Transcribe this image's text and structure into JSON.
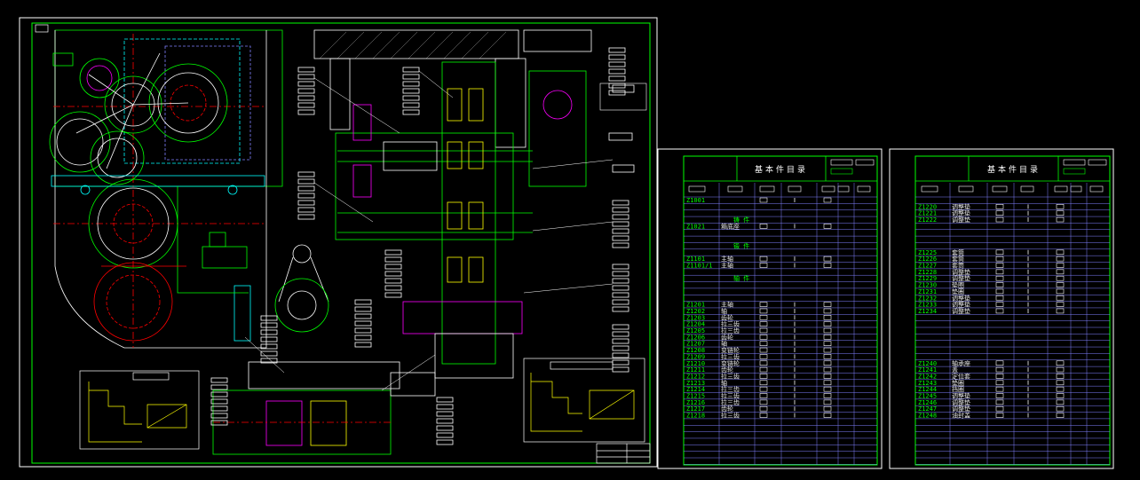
{
  "palette": {
    "green": "#00ff00",
    "yellow": "#ffff00",
    "white": "#ffffff",
    "red": "#ff0000",
    "magenta": "#ff00ff",
    "cyan": "#00ffff",
    "purple": "#8080ff",
    "bg": "#000000"
  },
  "table1": {
    "header": "基本件目录",
    "rows": [
      {
        "code": "Z1001",
        "name": ""
      },
      {
        "code": "",
        "name": "铸  件"
      },
      {
        "code": "Z1021",
        "name": "箱底座"
      },
      {
        "code": "",
        "name": "锻 件"
      },
      {
        "code": "Z1101",
        "name": "主轴"
      },
      {
        "code": "Z1101/1",
        "name": "主轴"
      },
      {
        "code": "",
        "name": "轴 件"
      },
      {
        "code": "Z1201",
        "name": "主轴"
      },
      {
        "code": "Z1202",
        "name": "轴"
      },
      {
        "code": "Z1203",
        "name": "齿轮"
      },
      {
        "code": "Z1204",
        "name": "拉三齿"
      },
      {
        "code": "Z1205",
        "name": "拉三齿"
      },
      {
        "code": "Z1206",
        "name": "齿轮"
      },
      {
        "code": "Z1207",
        "name": "轴"
      },
      {
        "code": "Z1208",
        "name": "变链轮"
      },
      {
        "code": "Z1209",
        "name": "拉三齿"
      },
      {
        "code": "Z1210",
        "name": "变链轮"
      },
      {
        "code": "Z1211",
        "name": "齿轮"
      },
      {
        "code": "Z1212",
        "name": "拉三齿"
      },
      {
        "code": "Z1213",
        "name": "轴"
      },
      {
        "code": "Z1214",
        "name": "拉三齿"
      },
      {
        "code": "Z1215",
        "name": "拉三齿"
      },
      {
        "code": "Z1216",
        "name": "拉三齿"
      },
      {
        "code": "Z1217",
        "name": "齿轮"
      },
      {
        "code": "Z1218",
        "name": "拉三齿"
      }
    ]
  },
  "table2": {
    "header": "基本件目录",
    "rows": [
      {
        "code": "Z1220",
        "name": "调整垫"
      },
      {
        "code": "Z1221",
        "name": "调整垫"
      },
      {
        "code": "Z1222",
        "name": "调整垫"
      },
      {
        "code": "Z1225",
        "name": "套筒"
      },
      {
        "code": "Z1226",
        "name": "套筒"
      },
      {
        "code": "Z1227",
        "name": "套筒"
      },
      {
        "code": "Z1228",
        "name": "调整垫"
      },
      {
        "code": "Z1229",
        "name": "调整垫"
      },
      {
        "code": "Z1230",
        "name": "垫圈"
      },
      {
        "code": "Z1231",
        "name": "垫圈"
      },
      {
        "code": "Z1232",
        "name": "调整垫"
      },
      {
        "code": "Z1233",
        "name": "调整垫"
      },
      {
        "code": "Z1234",
        "name": "调整垫"
      },
      {
        "code": "Z1240",
        "name": "轴承座"
      },
      {
        "code": "Z1241",
        "name": "盖"
      },
      {
        "code": "Z1242",
        "name": "定位套"
      },
      {
        "code": "Z1243",
        "name": "垫圈"
      },
      {
        "code": "Z1244",
        "name": "挡圈"
      },
      {
        "code": "Z1245",
        "name": "调整垫"
      },
      {
        "code": "Z1246",
        "name": "调整垫"
      },
      {
        "code": "Z1247",
        "name": "调整垫"
      },
      {
        "code": "Z1248",
        "name": "油封盖"
      }
    ]
  }
}
